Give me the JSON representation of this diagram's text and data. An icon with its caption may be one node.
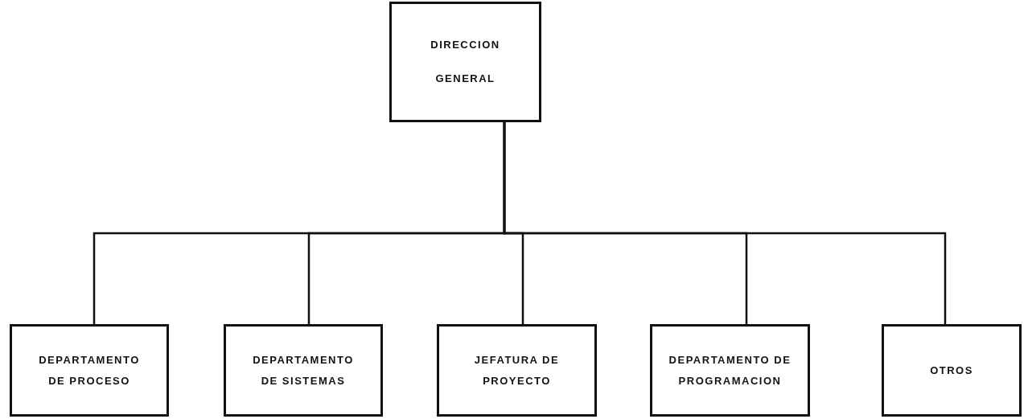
{
  "diagram": {
    "nodes": [
      {
        "text": [
          "DIRECCION GENERAL"
        ]
      },
      {
        "text": [
          "DEPARTAMENTO DE PROCESO"
        ]
      },
      {
        "text": [
          "DEPARTAMENTO DE SISTEMAS"
        ]
      },
      {
        "text": [
          "JEFATURA DE PROYECTO"
        ]
      },
      {
        "text": [
          "DEPARTAMENTO DE PROGRAMACION"
        ]
      },
      {
        "text": [
          "OTROS"
        ]
      }
    ],
    "edges": [
      {
        "from": 0,
        "to": 1,
        "arrow": "none"
      },
      {
        "from": 0,
        "to": 2,
        "arrow": "none"
      },
      {
        "from": 0,
        "to": 3,
        "arrow": "none"
      },
      {
        "from": 0,
        "to": 4,
        "arrow": "none"
      },
      {
        "from": 0,
        "to": 5,
        "arrow": "none"
      }
    ]
  }
}
